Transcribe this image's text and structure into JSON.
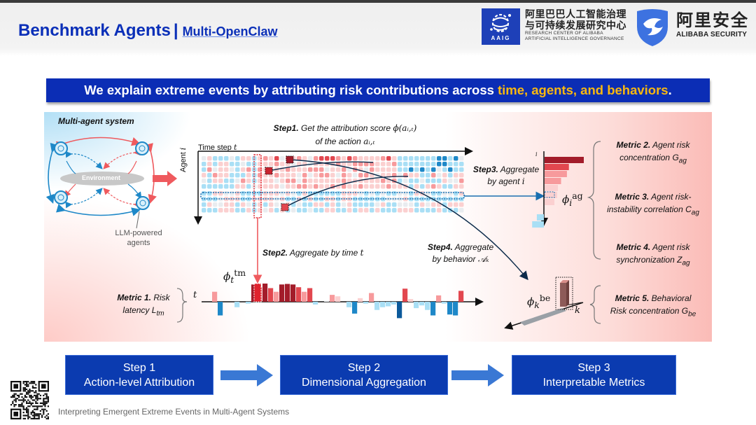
{
  "header": {
    "title": "Benchmark Agents",
    "separator": "|",
    "subtitle": "Multi-OpenClaw",
    "aaig": {
      "badge": "AAIG",
      "cn_line1": "阿里巴巴人工智能治理",
      "cn_line2": "与可持续发展研究中心",
      "en_line1": "RESEARCH CENTER OF ALIBABA",
      "en_line2": "ARTIFICIAL INTELLIGENCE GOVERNANCE"
    },
    "security": {
      "cn": "阿里安全",
      "en": "ALIBABA SECURITY"
    }
  },
  "banner": {
    "text": "We explain extreme events by attributing risk contributions across",
    "highlight": "time, agents, and behaviors",
    "end": "."
  },
  "diagram": {
    "mas_title": "Multi-agent system",
    "environment": "Environment",
    "llm_label_1": "LLM-powered",
    "llm_label_2": "agents",
    "time_axis": "Time step",
    "time_var": "t",
    "agent_axis": "Agent",
    "agent_var": "i",
    "step1_bold": "Step1.",
    "step1_text": "Get the attribution score",
    "step1_math": "ϕ(aᵢ,ₜ)",
    "step1_line2": "of the action",
    "step1_math2": "aᵢ,ₜ",
    "step2_bold": "Step2.",
    "step2_text": "Aggregate by time",
    "step2_var": "t",
    "step3_bold": "Step3.",
    "step3_text1": "Aggregate",
    "step3_text2": "by agent",
    "step3_var": "i",
    "step4_bold": "Step4.",
    "step4_text1": "Aggregate",
    "step4_text2": "by behavior",
    "step4_var": "𝒜ₖ",
    "phi_tm": "ϕ",
    "phi_tm_sub": "t",
    "phi_tm_sup": "tm",
    "phi_ag": "ϕ",
    "phi_ag_sub": "i",
    "phi_ag_sup": "ag",
    "phi_be": "ϕ",
    "phi_be_sub": "k",
    "phi_be_sup": "be",
    "t_axis_label": "t",
    "k_axis_label": "k",
    "agent_axis_tick": "i",
    "metrics": [
      {
        "bold": "Metric 1.",
        "text1": "Risk",
        "text2": "latency",
        "sym": "L",
        "sub": "tm"
      },
      {
        "bold": "Metric 2.",
        "text1": "Agent risk",
        "text2": "concentration",
        "sym": "G",
        "sub": "ag"
      },
      {
        "bold": "Metric 3.",
        "text1": "Agent risk-",
        "text2": "instability correlation",
        "sym": "C",
        "sub": "ag"
      },
      {
        "bold": "Metric 4.",
        "text1": "Agent risk",
        "text2": "synchronization",
        "sym": "Z",
        "sub": "ag"
      },
      {
        "bold": "Metric 5.",
        "text1": "Behavioral",
        "text2": "Risk concentration",
        "sym": "G",
        "sub": "be"
      }
    ],
    "time_bars": [
      0,
      0.55,
      -0.75,
      0,
      0,
      -0.3,
      0,
      -0.1,
      0.95,
      0.8,
      1.0,
      0.75,
      0.55,
      0.95,
      0.98,
      0.95,
      0.8,
      0.55,
      0.75,
      -0.15,
      0,
      0.05,
      0.38,
      0.3,
      0,
      -0.3,
      -0.65,
      0.2,
      -0.1,
      0.48,
      -0.45,
      -0.3,
      -0.25,
      -0.15,
      -0.9,
      0.72,
      0.15,
      -0.35,
      -0.2,
      -0.45,
      -0.75,
      0.35,
      -0.1,
      -0.7,
      -0.75,
      0.6,
      0
    ],
    "agent_bars": [
      1.0,
      0.62,
      0.57,
      0.42,
      0.34,
      0.32,
      0.25,
      -0.18,
      -0.3
    ],
    "colors": {
      "red_dark": "#a31c2a",
      "red": "#e2474f",
      "red_light": "#f79a9c",
      "red_pale": "#fbd0d0",
      "blue_dark": "#0c5a9b",
      "blue": "#1e88c8",
      "blue_light": "#a9dff5",
      "neutral": "#e9ecef",
      "navy": "#0b2a4a"
    }
  },
  "steps": [
    {
      "line1": "Step 1",
      "line2": "Action-level Attribution"
    },
    {
      "line1": "Step 2",
      "line2": "Dimensional Aggregation"
    },
    {
      "line1": "Step 3",
      "line2": "Interpretable Metrics"
    }
  ],
  "footer": "Interpreting Emergent Extreme Events in Multi-Agent Systems"
}
